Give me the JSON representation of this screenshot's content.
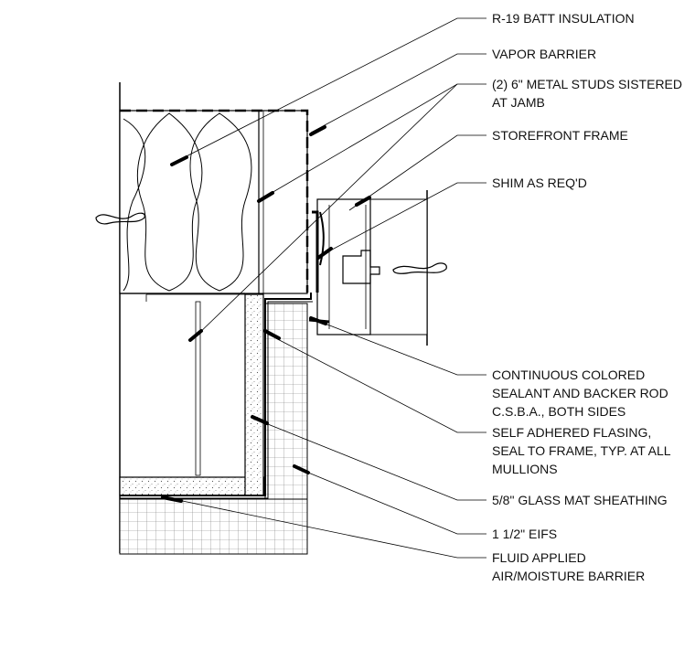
{
  "notes": {
    "r19": "R-19 BATT INSULATION",
    "vapor": "VAPOR BARRIER",
    "studs_1": "(2) 6\" METAL STUDS SISTERED",
    "studs_2": "AT JAMB",
    "storefront": "STOREFRONT FRAME",
    "shim": "SHIM AS REQ'D",
    "sealant_1": "CONTINUOUS COLORED",
    "sealant_2": "SEALANT AND BACKER ROD",
    "sealant_3": "C.S.B.A., BOTH SIDES",
    "flashing_1": "SELF ADHERED FLASING,",
    "flashing_2": "SEAL TO FRAME, TYP. AT ALL",
    "flashing_3": "MULLIONS",
    "sheathing": "5/8\" GLASS MAT SHEATHING",
    "eifs": "1 1/2\" EIFS",
    "barrier_1": "FLUID APPLIED",
    "barrier_2": "AIR/MOISTURE BARRIER"
  }
}
